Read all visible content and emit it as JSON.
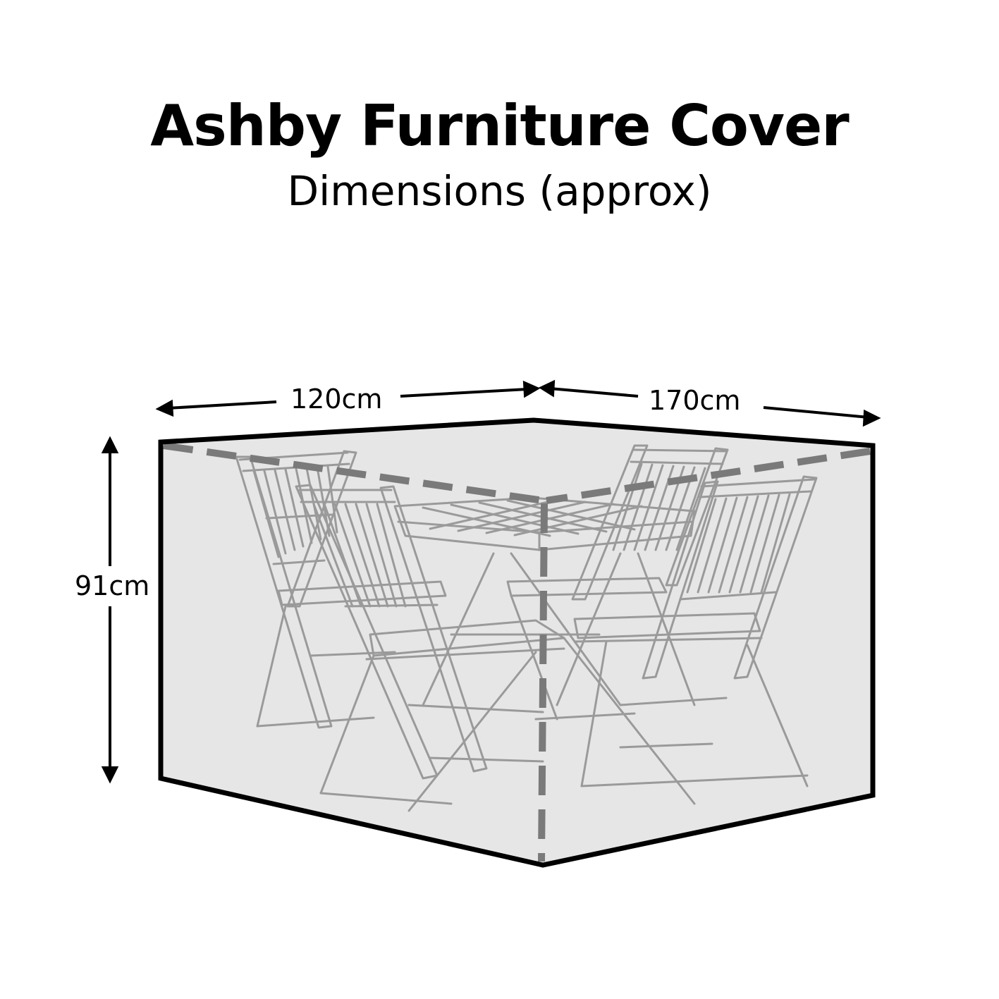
{
  "title": "Ashby Furniture Cover",
  "subtitle": "Dimensions (approx)",
  "dimensions": {
    "width_label": "120cm",
    "length_label": "170cm",
    "height_label": "91cm"
  },
  "colors": {
    "outline": "#000000",
    "cover_fill": "#e6e6e6",
    "dashed_edge": "#7a7a7a",
    "furniture_line": "#9a9a9a"
  },
  "icons": {
    "furniture": "garden-table-and-four-folding-chairs"
  }
}
